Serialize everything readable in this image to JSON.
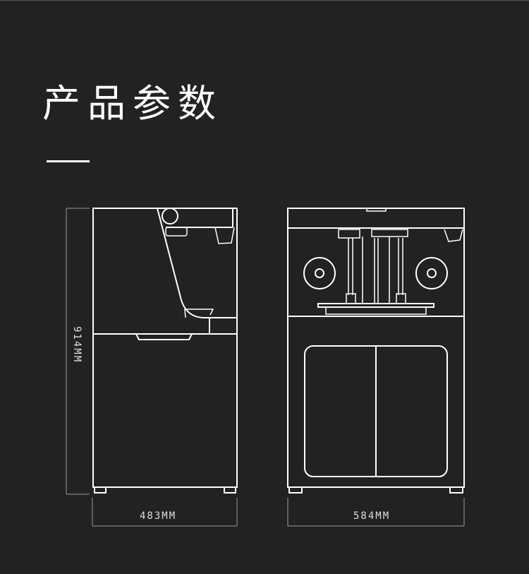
{
  "header": {
    "title": "产品参数"
  },
  "dimensions": {
    "height": "914MM",
    "depth": "483MM",
    "width": "584MM"
  },
  "colors": {
    "background": "#222222",
    "line": "#ffffff",
    "dim_line": "#888888"
  }
}
